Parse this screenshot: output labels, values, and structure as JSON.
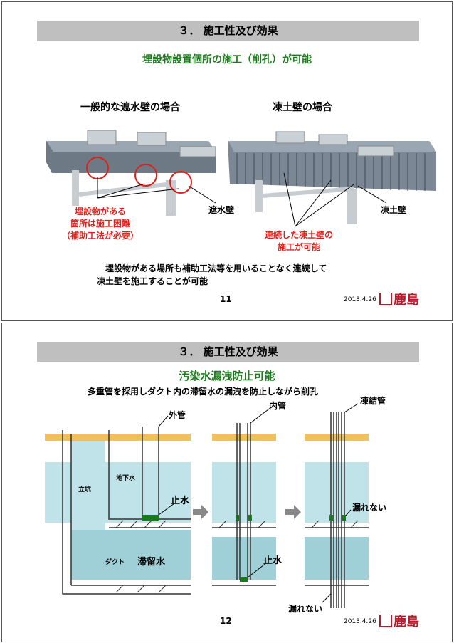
{
  "slide1": {
    "header": "３．  施工性及び効果",
    "subtitle": "埋設物設置個所の施工（削孔）が可能",
    "left_title": "一般的な遮水壁の場合",
    "right_title": "凍土壁の場合",
    "left_red_note": [
      "埋設物がある",
      "箇所は施工困難",
      "（補助工法が必要）"
    ],
    "left_wall_label": "遮水壁",
    "right_red_note": [
      "連続した凍土壁の",
      "施工が可能"
    ],
    "right_wall_label": "凍土壁",
    "summary": [
      "埋設物がある場所も補助工法等を用いることなく連続して",
      "凍土壁を施工することが可能"
    ],
    "page": "11",
    "date": "2013.4.26",
    "logo": "鹿島"
  },
  "slide2": {
    "header": "３．  施工性及び効果",
    "subtitle": "汚染水漏洩防止可能",
    "description": "多重管を採用しダクト内の滞留水の漏洩を防止しながら削孔",
    "label_outer_pipe": "外管",
    "label_inner_pipe": "内管",
    "label_freeze_pipe": "凍結管",
    "label_groundwater": "地下水",
    "label_shaft": "立坑",
    "label_duct": "ダクト",
    "label_stagnant": "滞留水",
    "label_stop1": "止水",
    "label_stop2": "止水",
    "label_noleak1": "漏れない",
    "label_noleak2": "漏れない",
    "page": "12",
    "date": "2013.4.26",
    "logo": "鹿島"
  }
}
